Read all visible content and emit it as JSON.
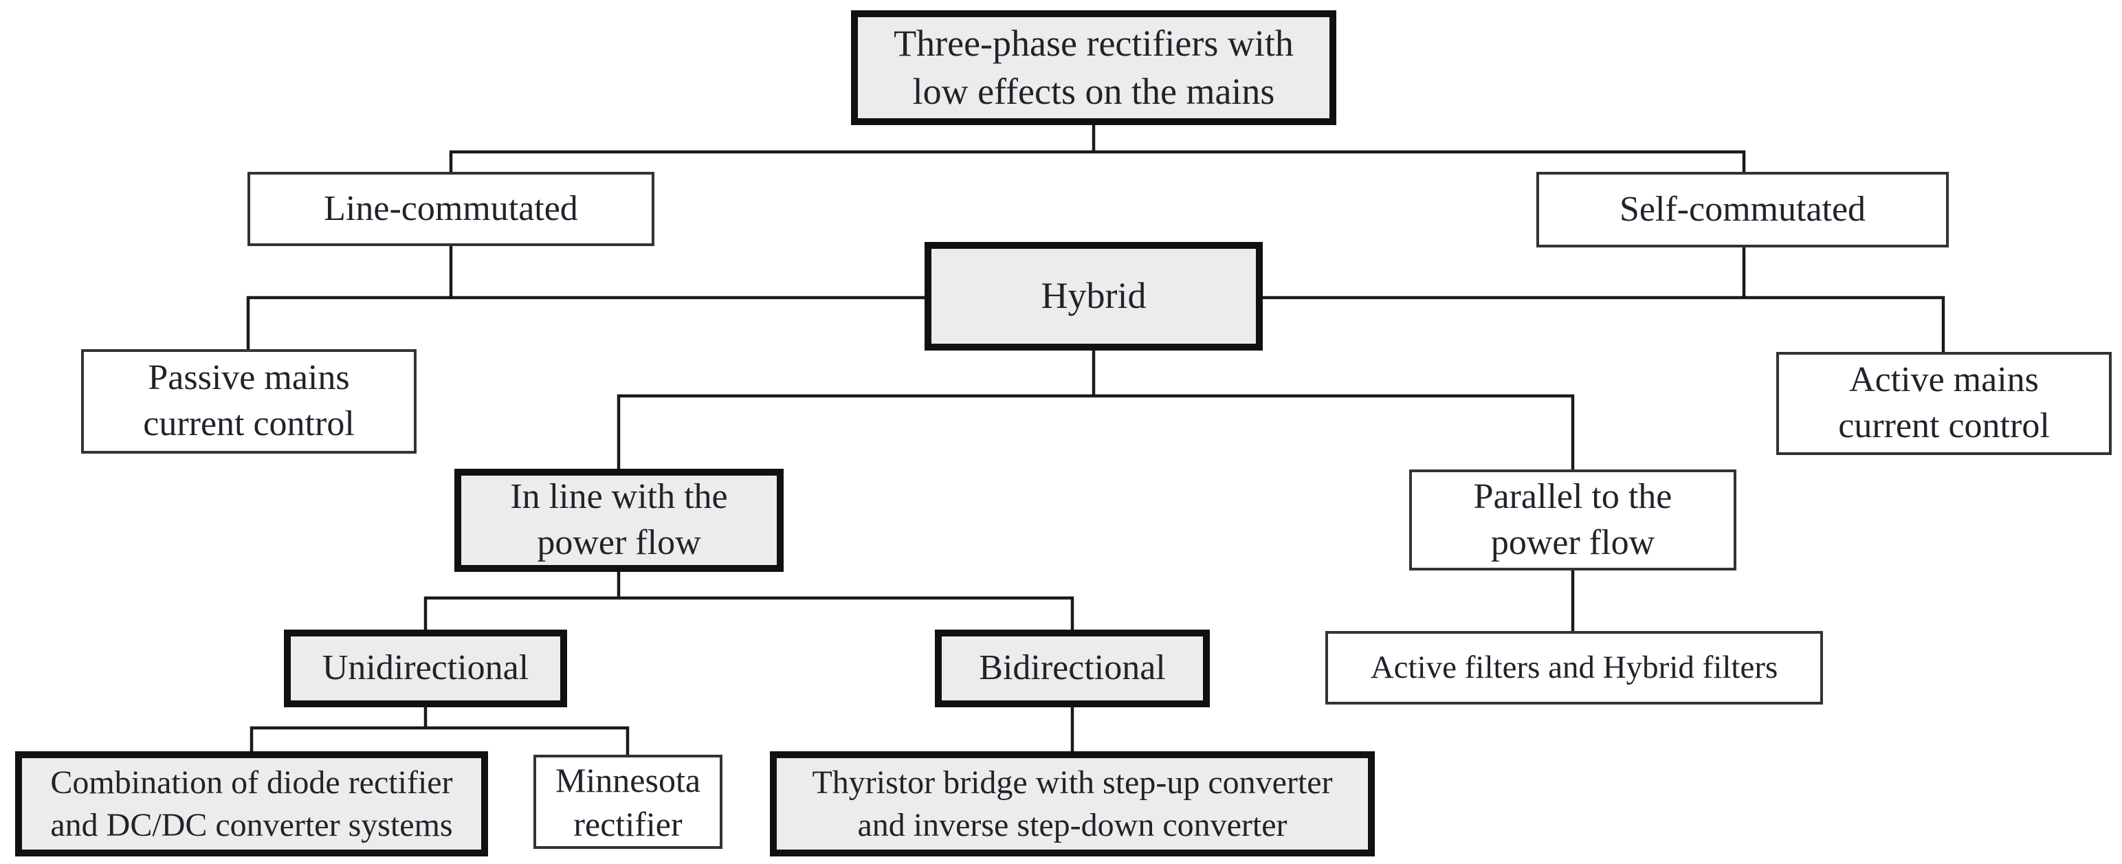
{
  "nodes": {
    "root": {
      "lines": [
        "Three-phase rectifiers with",
        "low effects on the mains"
      ],
      "emphasis": true
    },
    "line_commutated": {
      "lines": [
        "Line-commutated"
      ],
      "emphasis": false
    },
    "self_commutated": {
      "lines": [
        "Self-commutated"
      ],
      "emphasis": false
    },
    "hybrid": {
      "lines": [
        "Hybrid"
      ],
      "emphasis": true
    },
    "passive_mains": {
      "lines": [
        "Passive mains",
        "current control"
      ],
      "emphasis": false
    },
    "active_mains": {
      "lines": [
        "Active mains",
        "current control"
      ],
      "emphasis": false
    },
    "in_line": {
      "lines": [
        "In line with the",
        "power flow"
      ],
      "emphasis": true
    },
    "parallel": {
      "lines": [
        "Parallel to the",
        "power flow"
      ],
      "emphasis": false
    },
    "unidirectional": {
      "lines": [
        "Unidirectional"
      ],
      "emphasis": true
    },
    "bidirectional": {
      "lines": [
        "Bidirectional"
      ],
      "emphasis": true
    },
    "active_filters": {
      "lines": [
        "Active filters and Hybrid filters"
      ],
      "emphasis": false
    },
    "combination": {
      "lines": [
        "Combination of diode rectifier",
        "and DC/DC converter systems"
      ],
      "emphasis": true
    },
    "minnesota": {
      "lines": [
        "Minnesota",
        "rectifier"
      ],
      "emphasis": false
    },
    "thyristor": {
      "lines": [
        "Thyristor bridge with step-up converter",
        "and inverse step-down converter"
      ],
      "emphasis": true
    }
  },
  "colors": {
    "background": "#ffffff",
    "emphasis_fill": "#ececec",
    "plain_fill": "#ffffff",
    "emphasis_border": "#111111",
    "plain_border": "#333333",
    "connector": "#1a1a1a",
    "text": "#21222a"
  }
}
